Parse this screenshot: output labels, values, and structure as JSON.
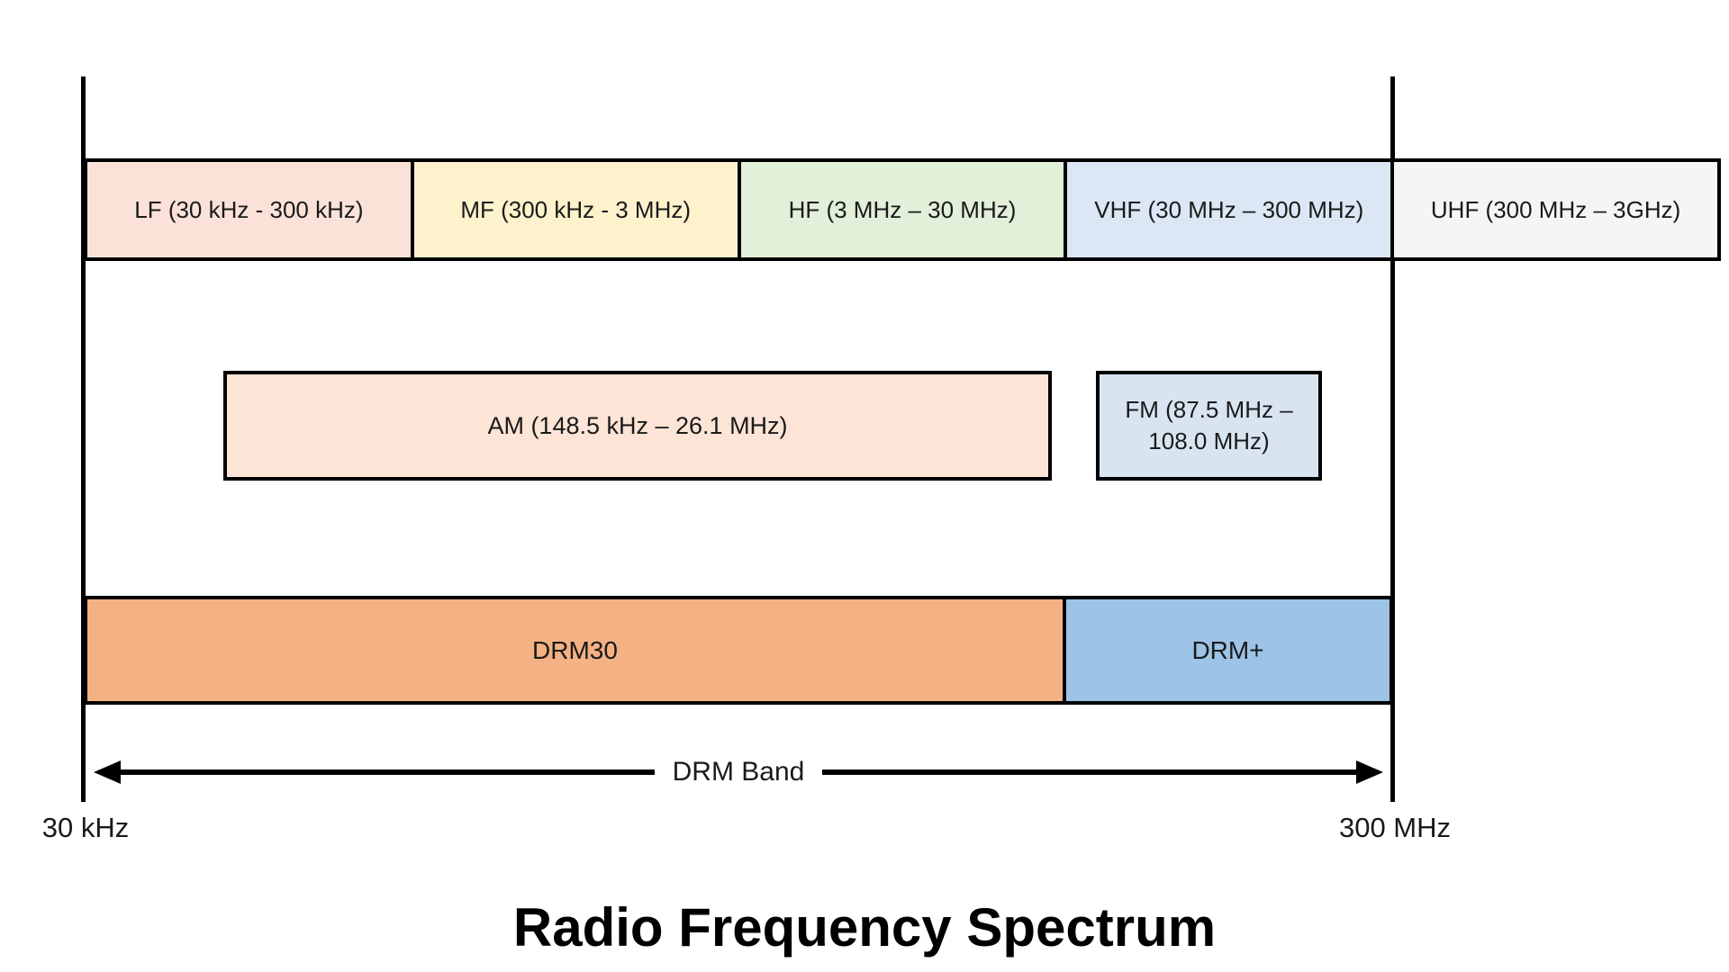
{
  "diagram": {
    "title": "Radio Frequency Spectrum",
    "bands": [
      {
        "label": "LF (30 kHz - 300 kHz)",
        "color": "#fbe2d8"
      },
      {
        "label": "MF (300 kHz - 3 MHz)",
        "color": "#fdf2cc"
      },
      {
        "label": "HF (3 MHz – 30 MHz)",
        "color": "#e2efd9"
      },
      {
        "label": "VHF (30 MHz – 300 MHz)",
        "color": "#dbe7f4"
      },
      {
        "label": "UHF (300 MHz – 3GHz)",
        "color": "#f5f5f6"
      }
    ],
    "am_box": {
      "label": "AM (148.5 kHz – 26.1 MHz)",
      "color": "#fce4d6"
    },
    "fm_box": {
      "line1": "FM (87.5 MHz –",
      "line2": "108.0 MHz)",
      "color": "#d9e4f1"
    },
    "drm_segments": [
      {
        "label": "DRM30",
        "color": "#f4b183"
      },
      {
        "label": "DRM+",
        "color": "#9dc3e6"
      }
    ],
    "drm_band_arrow": {
      "label": "DRM Band"
    },
    "axis": {
      "left_label": "30 kHz",
      "right_label": "300 MHz"
    },
    "line_color": "#000000"
  }
}
